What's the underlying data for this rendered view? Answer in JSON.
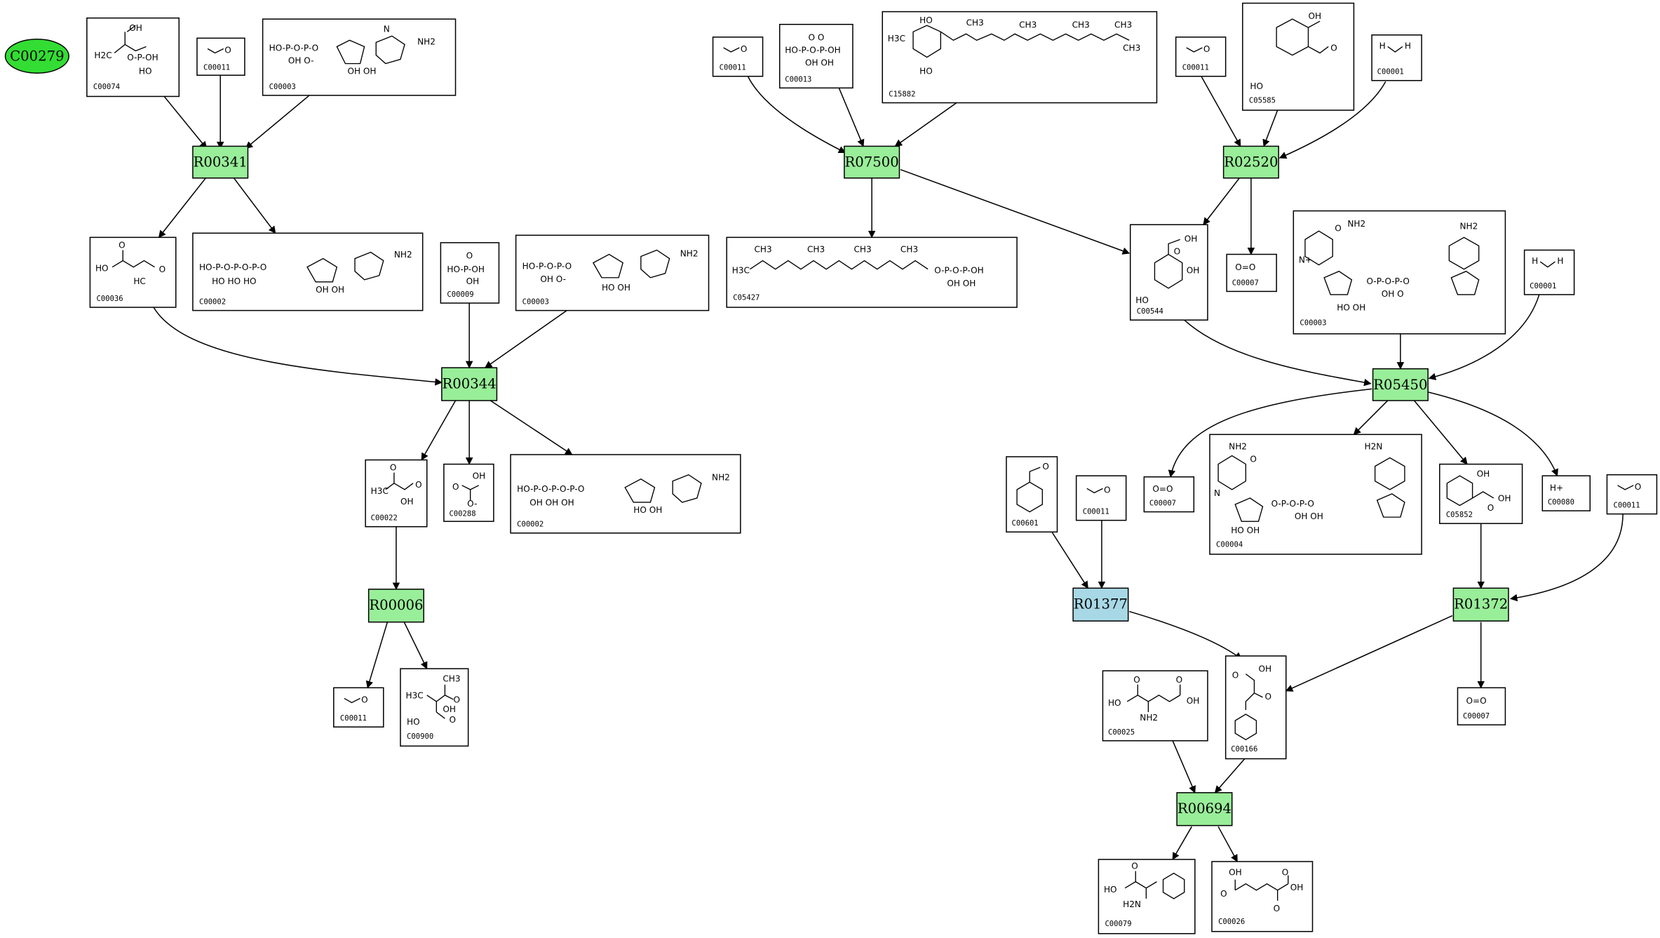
{
  "diagram": {
    "start_node": {
      "id": "C00279",
      "color": "#33dd33"
    },
    "reaction_colors": {
      "default": "#99ee99",
      "highlight": "#a8d8e6"
    },
    "reactions": [
      {
        "id": "R00341",
        "color": "#99ee99"
      },
      {
        "id": "R00344",
        "color": "#99ee99"
      },
      {
        "id": "R00006",
        "color": "#99ee99"
      },
      {
        "id": "R07500",
        "color": "#99ee99"
      },
      {
        "id": "R02520",
        "color": "#99ee99"
      },
      {
        "id": "R05450",
        "color": "#99ee99"
      },
      {
        "id": "R01377",
        "color": "#a8d8e6"
      },
      {
        "id": "R01372",
        "color": "#99ee99"
      },
      {
        "id": "R00694",
        "color": "#99ee99"
      }
    ],
    "compounds": [
      {
        "key": "c00074",
        "id": "C00074",
        "text": [
          "OH",
          "O",
          "H2C",
          "O-P-OH",
          "HO",
          "O"
        ]
      },
      {
        "key": "c00011a",
        "id": "C00011",
        "text": [
          "O"
        ]
      },
      {
        "key": "c00003a",
        "id": "C00003",
        "text": [
          "HO-P-O-P-O",
          "OH  O-",
          "OH   OH",
          "NH2",
          "N"
        ]
      },
      {
        "key": "c00036",
        "id": "C00036",
        "text": [
          "O",
          "HO",
          "O",
          "HC",
          "O"
        ]
      },
      {
        "key": "c00002a",
        "id": "C00002",
        "text": [
          "HO-P-O-P-O-P-O",
          "HO   HO   HO",
          "OH  OH",
          "NH2"
        ]
      },
      {
        "key": "c00009",
        "id": "C00009",
        "text": [
          "O",
          "HO-P-OH",
          "OH"
        ]
      },
      {
        "key": "c00003b",
        "id": "C00003",
        "text": [
          "HO-P-O-P-O",
          "OH  O-",
          "HO  OH",
          "NH2"
        ]
      },
      {
        "key": "c00022",
        "id": "C00022",
        "text": [
          "O",
          "H3C",
          "O",
          "OH"
        ]
      },
      {
        "key": "c00288",
        "id": "C00288",
        "text": [
          "OH",
          "O",
          "O-"
        ]
      },
      {
        "key": "c00002b",
        "id": "C00002",
        "text": [
          "HO-P-O-P-O-P-O",
          "OH   OH   OH",
          "HO  OH",
          "NH2"
        ]
      },
      {
        "key": "c00011b",
        "id": "C00011",
        "text": [
          "O"
        ]
      },
      {
        "key": "c00900",
        "id": "C00900",
        "text": [
          "CH3",
          "H3C",
          "O",
          "OH",
          "HO",
          "O"
        ]
      },
      {
        "key": "c00011c",
        "id": "C00011",
        "text": [
          "O"
        ]
      },
      {
        "key": "c00013",
        "id": "C00013",
        "text": [
          "O   O",
          "HO-P-O-P-OH",
          "OH  OH"
        ]
      },
      {
        "key": "c15882",
        "id": "C15882",
        "text": [
          "HO",
          "CH3",
          "CH3",
          "CH3",
          "CH3",
          "H3C",
          "HO",
          "CH3"
        ]
      },
      {
        "key": "c05427",
        "id": "C05427",
        "text": [
          "CH3",
          "CH3",
          "CH3",
          "CH3",
          "H3C",
          "O-P-O-P-OH",
          "OH  OH"
        ]
      },
      {
        "key": "c00011d",
        "id": "C00011",
        "text": [
          "O"
        ]
      },
      {
        "key": "c05585",
        "id": "C05585",
        "text": [
          "OH",
          "HO",
          "O"
        ]
      },
      {
        "key": "c00001a",
        "id": "C00001",
        "text": [
          "H",
          "H"
        ]
      },
      {
        "key": "c00544",
        "id": "C00544",
        "text": [
          "OH",
          "O",
          "HO",
          "OH"
        ]
      },
      {
        "key": "c00007a",
        "id": "C00007",
        "text": [
          "O=O"
        ]
      },
      {
        "key": "c00003c",
        "id": "C00003",
        "text": [
          "NH2",
          "O",
          "N+",
          "O-P-O-P-O",
          "OH  O",
          "HO  OH",
          "NH2"
        ]
      },
      {
        "key": "c00001b",
        "id": "C00001",
        "text": [
          "H",
          "H"
        ]
      },
      {
        "key": "c00007b",
        "id": "C00007",
        "text": [
          "O=O"
        ]
      },
      {
        "key": "c00004",
        "id": "C00004",
        "text": [
          "NH2",
          "O",
          "H2N",
          "N",
          "O-P-O-P-O",
          "OH  OH",
          "HO  OH"
        ]
      },
      {
        "key": "c05852",
        "id": "C05852",
        "text": [
          "OH",
          "OH",
          "O"
        ]
      },
      {
        "key": "c00080",
        "id": "C00080",
        "text": [
          "H+"
        ]
      },
      {
        "key": "c00011e",
        "id": "C00011",
        "text": [
          "O"
        ]
      },
      {
        "key": "c00601",
        "id": "C00601",
        "text": [
          "O"
        ]
      },
      {
        "key": "c00011f",
        "id": "C00011",
        "text": [
          "O"
        ]
      },
      {
        "key": "c00025",
        "id": "C00025",
        "text": [
          "O",
          "HO",
          "NH2",
          "OH",
          "O"
        ]
      },
      {
        "key": "c00166",
        "id": "C00166",
        "text": [
          "OH",
          "O",
          "O"
        ]
      },
      {
        "key": "c00007c",
        "id": "C00007",
        "text": [
          "O=O"
        ]
      },
      {
        "key": "c00079",
        "id": "C00079",
        "text": [
          "O",
          "HO",
          "H2N"
        ]
      },
      {
        "key": "c00026",
        "id": "C00026",
        "text": [
          "OH",
          "O",
          "O",
          "OH",
          "O"
        ]
      }
    ]
  }
}
